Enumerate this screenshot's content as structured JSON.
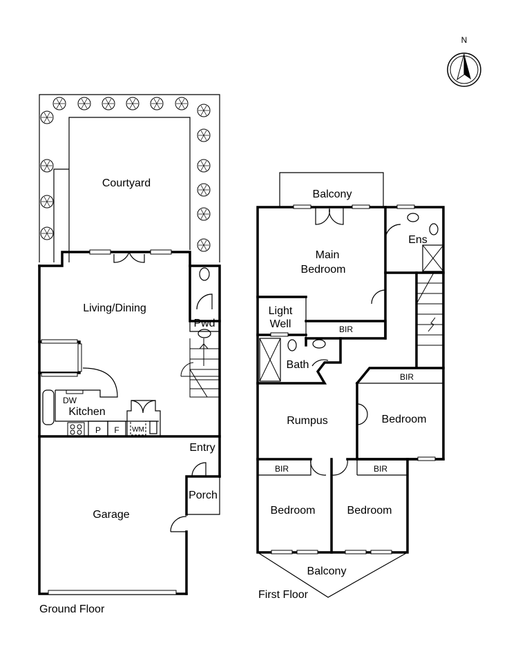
{
  "compass": {
    "label": "N"
  },
  "ground_floor": {
    "title": "Ground Floor",
    "rooms": {
      "courtyard": "Courtyard",
      "living_dining": "Living/Dining",
      "pwd": "Pwd",
      "kitchen": "Kitchen",
      "dw": "DW",
      "pantry": "P",
      "fridge": "F",
      "wm": "WM",
      "entry": "Entry",
      "porch": "Porch",
      "garage": "Garage"
    }
  },
  "first_floor": {
    "title": "First Floor",
    "rooms": {
      "balcony_top": "Balcony",
      "main_bedroom_1": "Main",
      "main_bedroom_2": "Bedroom",
      "ens": "Ens",
      "light_well_1": "Light",
      "light_well_2": "Well",
      "bir_main": "BIR",
      "bath": "Bath",
      "bir_right": "BIR",
      "rumpus": "Rumpus",
      "bedroom_right": "Bedroom",
      "bir_bl": "BIR",
      "bir_br": "BIR",
      "bedroom_bl": "Bedroom",
      "bedroom_br": "Bedroom",
      "balcony_bottom": "Balcony"
    }
  }
}
